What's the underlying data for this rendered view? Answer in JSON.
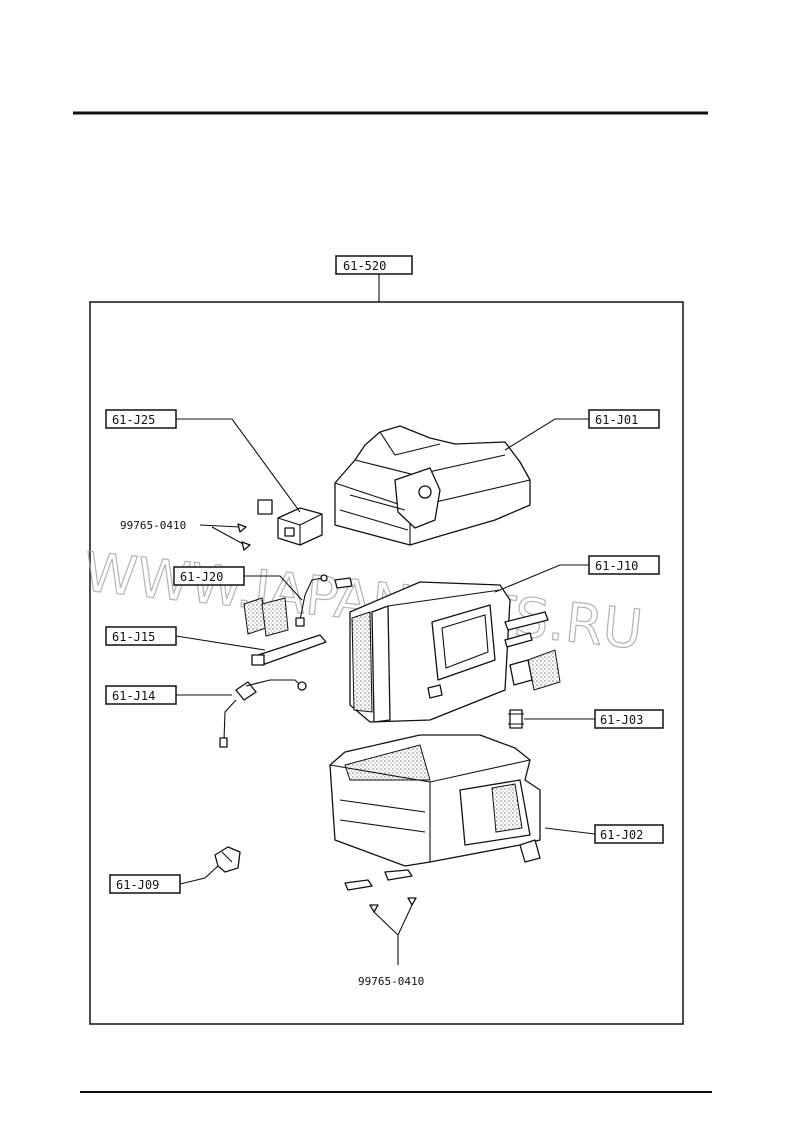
{
  "labels": {
    "assembly": "61-520",
    "j25": "61-J25",
    "j01": "61-J01",
    "j20": "61-J20",
    "j10": "61-J10",
    "j15": "61-J15",
    "j14": "61-J14",
    "j03": "61-J03",
    "j02": "61-J02",
    "j09": "61-J09"
  },
  "screws": {
    "upper": "99765-0410",
    "lower": "99765-0410"
  },
  "watermark": "WWW.JAPANCATS.RU"
}
